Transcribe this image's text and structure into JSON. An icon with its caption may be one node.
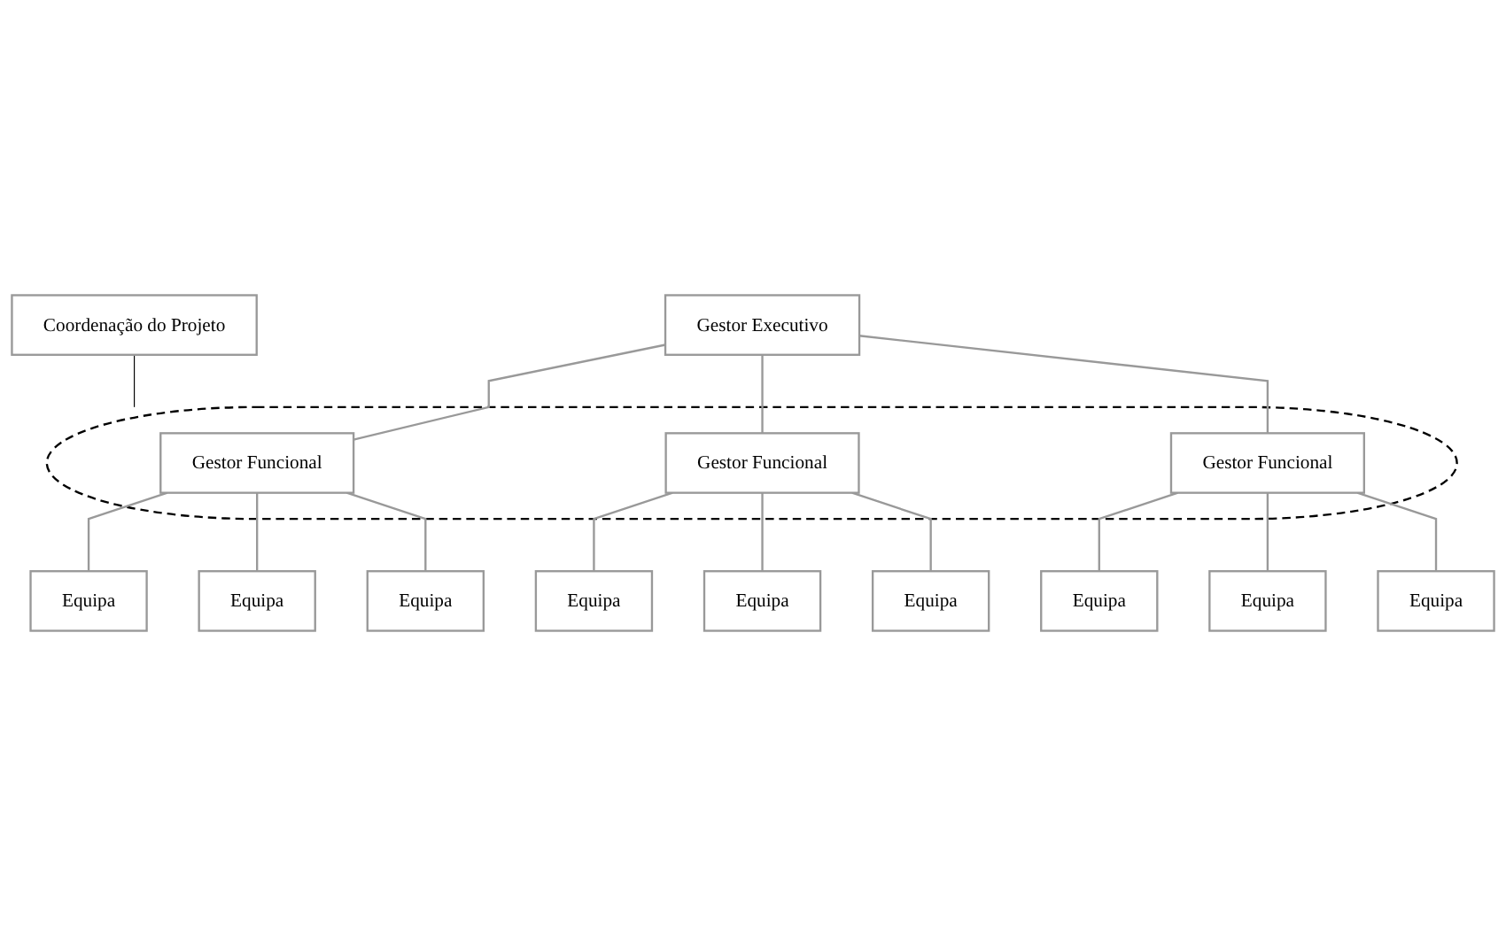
{
  "diagram": {
    "nodes": [
      {
        "text": [
          "Gestor Executivo"
        ]
      },
      {
        "text": [
          "Coordenação do Projeto"
        ]
      },
      {
        "text": [],
        "shape": "ellipse"
      },
      {
        "text": [
          "Gestor Funcional"
        ],
        "in": 2
      },
      {
        "text": [
          "Gestor Funcional"
        ],
        "in": 2
      },
      {
        "text": [
          "Gestor Funcional"
        ],
        "in": 2
      },
      {
        "text": [
          "Equipa"
        ]
      },
      {
        "text": [
          "Equipa"
        ]
      },
      {
        "text": [
          "Equipa"
        ]
      },
      {
        "text": [
          "Equipa"
        ]
      },
      {
        "text": [
          "Equipa"
        ]
      },
      {
        "text": [
          "Equipa"
        ]
      },
      {
        "text": [
          "Equipa"
        ]
      },
      {
        "text": [
          "Equipa"
        ]
      },
      {
        "text": [
          "Equipa"
        ]
      }
    ],
    "edges": [
      {
        "from": 0,
        "to": 3,
        "arrow": "none"
      },
      {
        "from": 0,
        "to": 4,
        "arrow": "none"
      },
      {
        "from": 0,
        "to": 5,
        "arrow": "none"
      },
      {
        "from": 1,
        "to": 2,
        "arrow": "none",
        "color": "#000000"
      },
      {
        "from": 3,
        "to": 6,
        "arrow": "none"
      },
      {
        "from": 3,
        "to": 9,
        "arrow": "none"
      },
      {
        "from": 3,
        "to": 12,
        "arrow": "none"
      },
      {
        "from": 4,
        "to": 7,
        "arrow": "none"
      },
      {
        "from": 4,
        "to": 10,
        "arrow": "none"
      },
      {
        "from": 4,
        "to": 13,
        "arrow": "none"
      },
      {
        "from": 5,
        "to": 8,
        "arrow": "none"
      },
      {
        "from": 5,
        "to": 11,
        "arrow": "none"
      },
      {
        "from": 5,
        "to": 14,
        "arrow": "none"
      }
    ]
  }
}
